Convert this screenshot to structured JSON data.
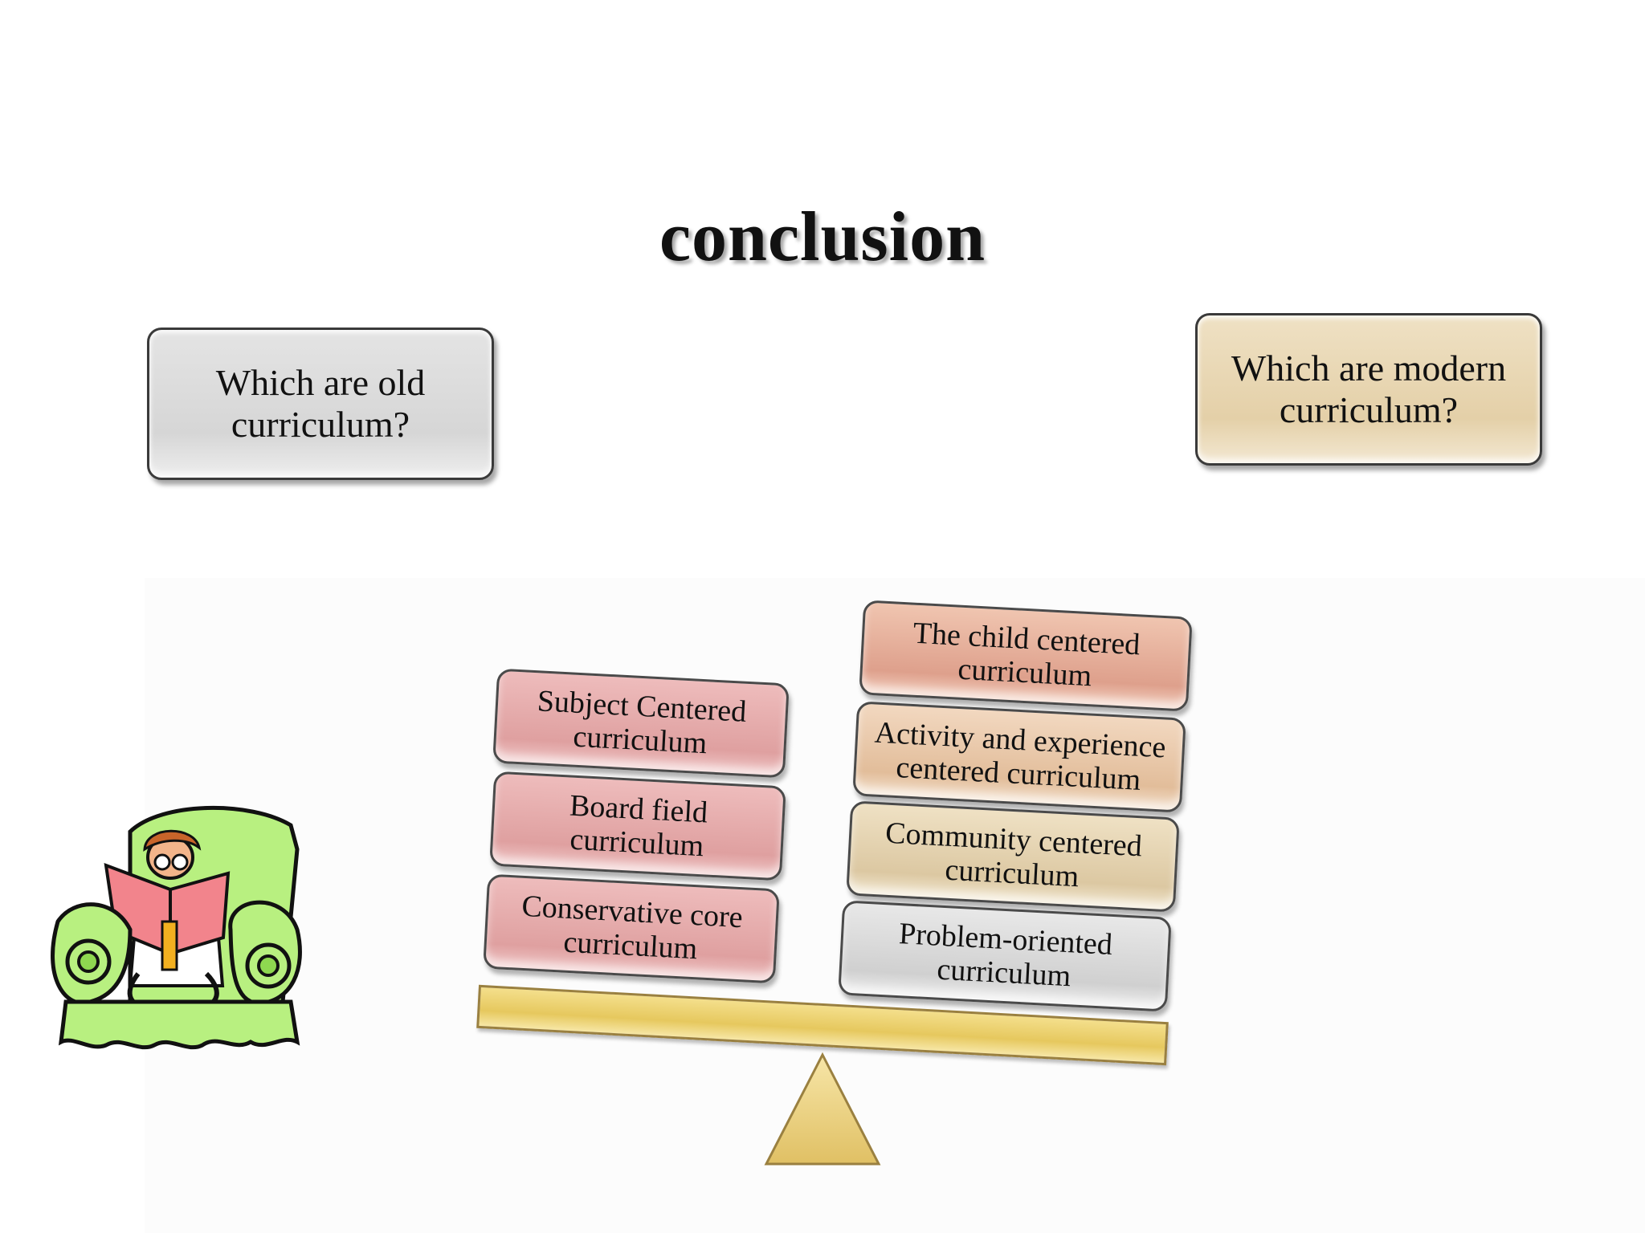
{
  "title": "conclusion",
  "questions": {
    "old": "Which are old curriculum?",
    "modern": "Which are modern curriculum?"
  },
  "left_blocks": [
    "Subject Centered curriculum",
    "Board field curriculum",
    "Conservative core curriculum"
  ],
  "right_blocks": [
    "The child centered curriculum",
    "Activity and experience centered curriculum",
    "Community centered curriculum",
    "Problem-oriented curriculum"
  ],
  "colors": {
    "old_box": "#dcdcdc",
    "modern_box": "#e8d6b2",
    "old_blocks": "#e3a6a6",
    "beam": "#e8ca62",
    "clipart_chair": "#b8f080"
  },
  "icons": {
    "reader": "person-reading-in-armchair-clipart",
    "fulcrum": "triangle-fulcrum"
  }
}
